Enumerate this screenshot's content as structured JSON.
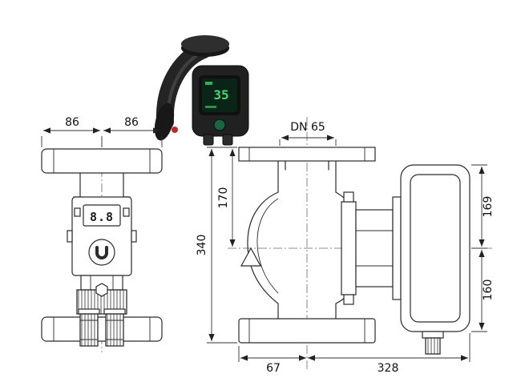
{
  "colors": {
    "accent_green": "#45d973",
    "line": "#2b2b2b",
    "red_marker": "#c1272d"
  },
  "photo": {
    "display_value": "35"
  },
  "front_view": {
    "dim_left_half": "86",
    "dim_right_half": "86",
    "display_value": "8.8"
  },
  "side_view": {
    "flange_label": "DN 65",
    "dim_flange_to_axis": "170",
    "dim_total_height": "340",
    "dim_axis_to_top": "169",
    "dim_axis_to_bottom": "160",
    "dim_axis_to_flange_edge": "67",
    "dim_axis_to_motor_end": "328"
  }
}
